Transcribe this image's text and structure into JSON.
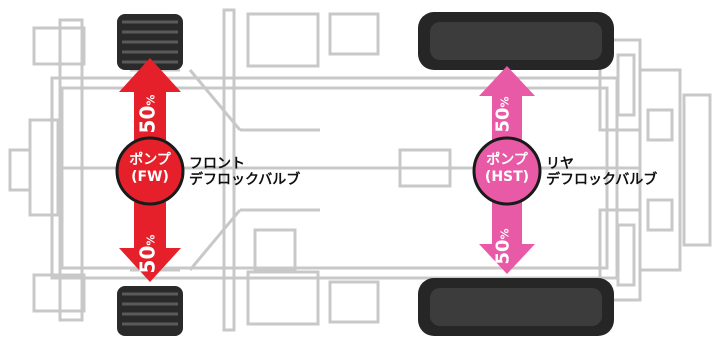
{
  "front": {
    "pump_name": "ポンプ",
    "pump_code": "(FW)",
    "valve_line1": "フロント",
    "valve_line2": "デフロックバルブ",
    "split_upper": "50",
    "split_lower": "50",
    "percent_sign": "%",
    "color": "#e5202a"
  },
  "rear": {
    "pump_name": "ポンプ",
    "pump_code": "(HST)",
    "valve_line1": "リヤ",
    "valve_line2": "デフロックバルブ",
    "split_upper": "50",
    "split_lower": "50",
    "percent_sign": "%",
    "color": "#e85aa6"
  }
}
